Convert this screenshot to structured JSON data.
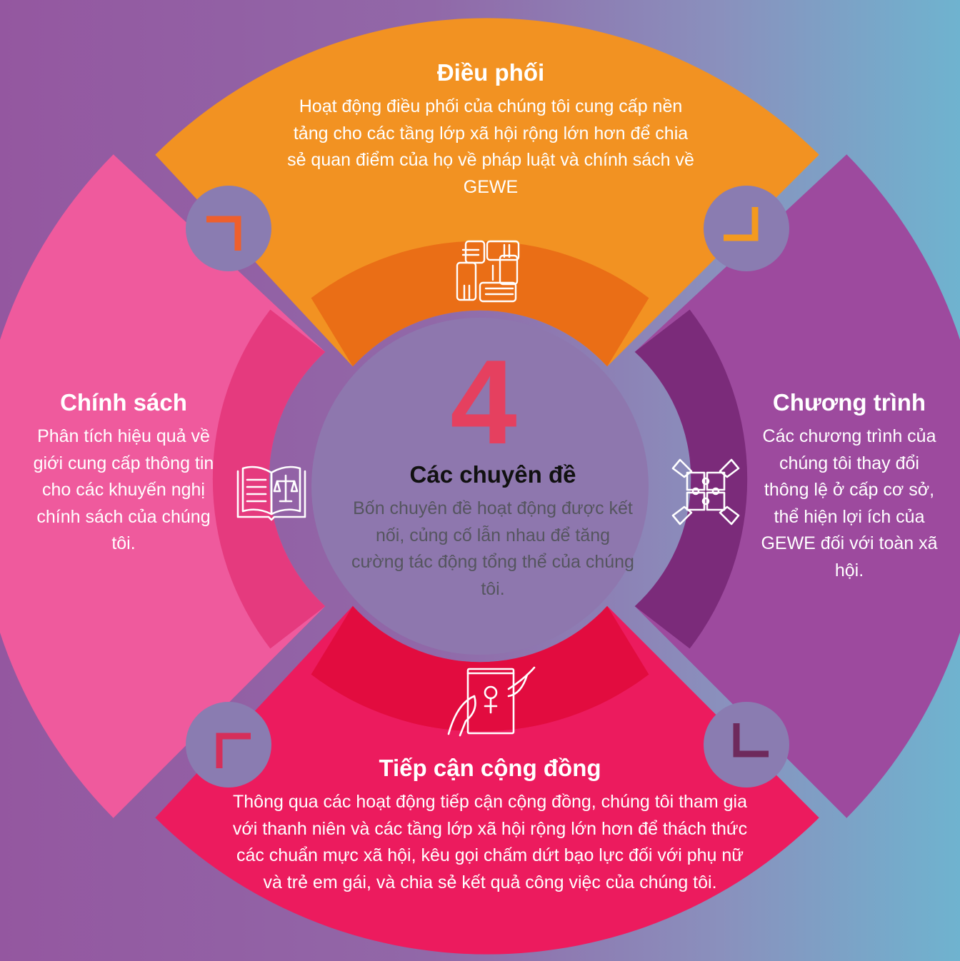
{
  "center": {
    "number": "4",
    "title": "Các chuyên đề",
    "description": "Bốn chuyên đề hoạt động được kết nối, củng cố lẫn nhau để tăng cường tác động tổng thể của chúng tôi."
  },
  "segments": {
    "top": {
      "title": "Điều phối",
      "description": "Hoạt động điều phối của chúng tôi cung cấp nền tảng cho các tầng lớp xã hội rộng lớn hơn để chia sẻ quan điểm của họ về pháp luật và chính sách về GEWE",
      "icon": "hands-together-icon",
      "color": "#f29222",
      "inner_color": "#ea6e16"
    },
    "right": {
      "title": "Chương trình",
      "description": "Các chương trình của chúng tôi thay đổi thông lệ ở cấp cơ sở, thể hiện lợi ích của GEWE đối với toàn xã hội.",
      "icon": "puzzle-hands-icon",
      "color": "#9d4a9e",
      "inner_color": "#7b2b7a"
    },
    "bottom": {
      "title": "Tiếp cận cộng đồng",
      "description": "Thông qua các hoạt động tiếp cận cộng đồng, chúng tôi tham gia với thanh niên và các tầng lớp xã hội rộng lớn hơn để thách thức các chuẩn mực xã hội, kêu gọi chấm dứt bạo lực đối với phụ nữ và trẻ em gái, và chia sẻ kết quả công việc của chúng tôi.",
      "icon": "book-female-symbol-icon",
      "color": "#ec1b5e",
      "inner_color": "#e20c3f"
    },
    "left": {
      "title": "Chính sách",
      "description": "Phân tích hiệu quả về giới cung cấp thông tin cho các khuyến nghị chính sách của chúng tôi.",
      "icon": "law-book-scales-icon",
      "color": "#ef5a9d",
      "inner_color": "#e53a7e"
    }
  },
  "colors": {
    "center": "#8e77ae",
    "number": "#e5405f",
    "center_title": "#111111",
    "center_text": "#55555f",
    "connector": "#8a7cb1"
  }
}
